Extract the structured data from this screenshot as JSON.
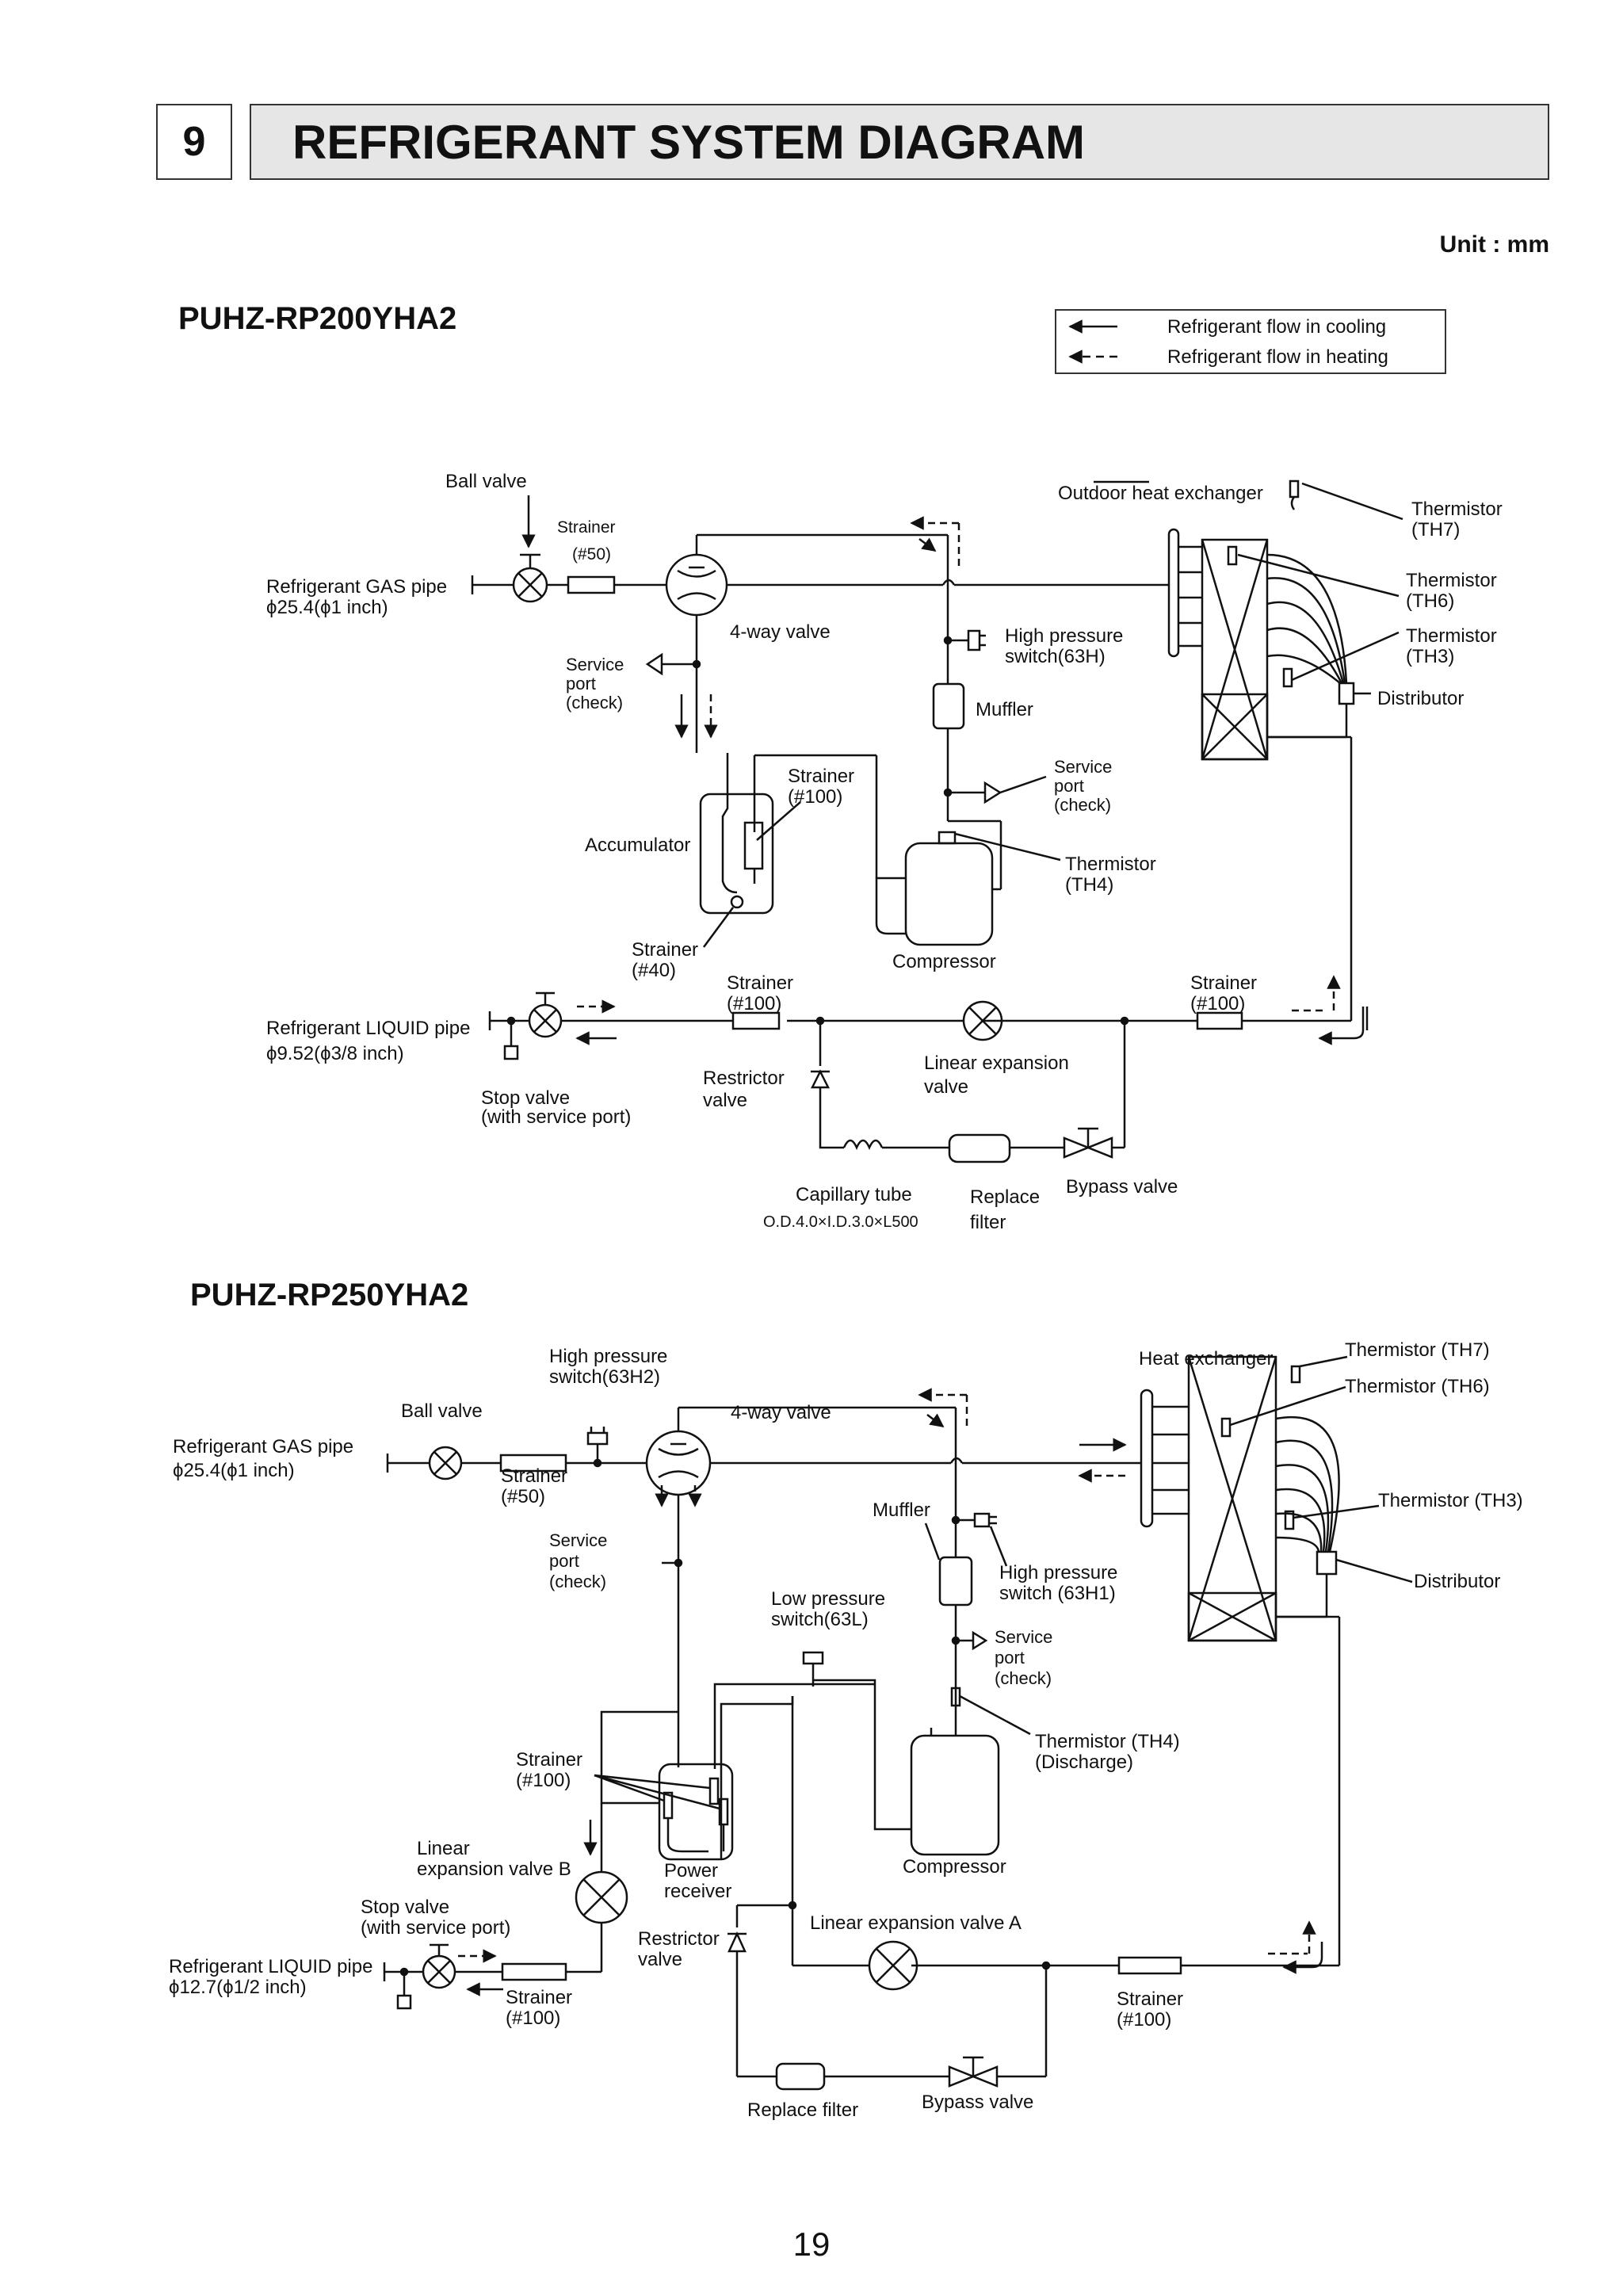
{
  "header": {
    "section_number": "9",
    "title": "REFRIGERANT SYSTEM DIAGRAM",
    "unit": "Unit : mm"
  },
  "legend": {
    "cooling": "Refrigerant flow in cooling",
    "heating": "Refrigerant flow in heating"
  },
  "diagram1": {
    "model": "PUHZ-RP200YHA2",
    "ball_valve": "Ball valve",
    "strainer_50": [
      "Strainer",
      "(#50)"
    ],
    "gas_pipe": [
      "Refrigerant GAS pipe",
      "ϕ25.4(ϕ1 inch)"
    ],
    "four_way": "4-way valve",
    "service_port_left": [
      "Service",
      "port",
      "(check)"
    ],
    "outdoor_hx": "Outdoor heat exchanger",
    "th7": [
      "Thermistor",
      "(TH7)"
    ],
    "th6": [
      "Thermistor",
      "(TH6)"
    ],
    "th3": [
      "Thermistor",
      "(TH3)"
    ],
    "distributor": "Distributor",
    "hp_switch": [
      "High pressure",
      "switch(63H)"
    ],
    "muffler": "Muffler",
    "service_port_right": [
      "Service",
      "port",
      "(check)"
    ],
    "strainer_100_top": [
      "Strainer",
      "(#100)"
    ],
    "accumulator": "Accumulator",
    "th4": [
      "Thermistor",
      "(TH4)"
    ],
    "strainer_40": [
      "Strainer",
      "(#40)"
    ],
    "compressor": "Compressor",
    "strainer_100_liq": [
      "Strainer",
      "(#100)"
    ],
    "strainer_100_right": [
      "Strainer",
      "(#100)"
    ],
    "liquid_pipe": [
      "Refrigerant LIQUID pipe",
      "ϕ9.52(ϕ3/8 inch)"
    ],
    "stop_valve": [
      "Stop valve",
      "(with service port)"
    ],
    "restrictor": [
      "Restrictor",
      "valve"
    ],
    "lev": [
      "Linear expansion",
      "valve"
    ],
    "capillary": [
      "Capillary tube",
      "O.D.4.0×I.D.3.0×L500"
    ],
    "replace_filter": [
      "Replace",
      "filter"
    ],
    "bypass": "Bypass valve"
  },
  "diagram2": {
    "model": "PUHZ-RP250YHA2",
    "hp_switch_h2": [
      "High pressure",
      "switch(63H2)"
    ],
    "ball_valve": "Ball valve",
    "gas_pipe": [
      "Refrigerant GAS pipe",
      "ϕ25.4(ϕ1 inch)"
    ],
    "strainer_50": [
      "Strainer",
      "(#50)"
    ],
    "four_way": "4-way valve",
    "heat_exchanger": "Heat exchanger",
    "th7": "Thermistor (TH7)",
    "th6": "Thermistor (TH6)",
    "th3": "Thermistor (TH3)",
    "distributor": "Distributor",
    "muffler": "Muffler",
    "hp_switch_h1": [
      "High pressure",
      "switch (63H1)"
    ],
    "service_port_left": [
      "Service",
      "port",
      "(check)"
    ],
    "lp_switch": [
      "Low pressure",
      "switch(63L)"
    ],
    "service_port_right": [
      "Service",
      "port",
      "(check)"
    ],
    "th4": [
      "Thermistor (TH4)",
      "(Discharge)"
    ],
    "strainer_100_top": [
      "Strainer",
      "(#100)"
    ],
    "lev_b": [
      "Linear",
      "expansion valve B"
    ],
    "power_receiver": [
      "Power",
      "receiver"
    ],
    "compressor": "Compressor",
    "stop_valve": [
      "Stop valve",
      "(with service port)"
    ],
    "restrictor": [
      "Restrictor",
      "valve"
    ],
    "lev_a": "Linear expansion valve A",
    "liquid_pipe": [
      "Refrigerant LIQUID pipe",
      "ϕ12.7(ϕ1/2 inch)"
    ],
    "strainer_100_liq": [
      "Strainer",
      "(#100)"
    ],
    "strainer_100_right": [
      "Strainer",
      "(#100)"
    ],
    "replace_filter": "Replace filter",
    "bypass": "Bypass valve"
  },
  "page_number": "19"
}
